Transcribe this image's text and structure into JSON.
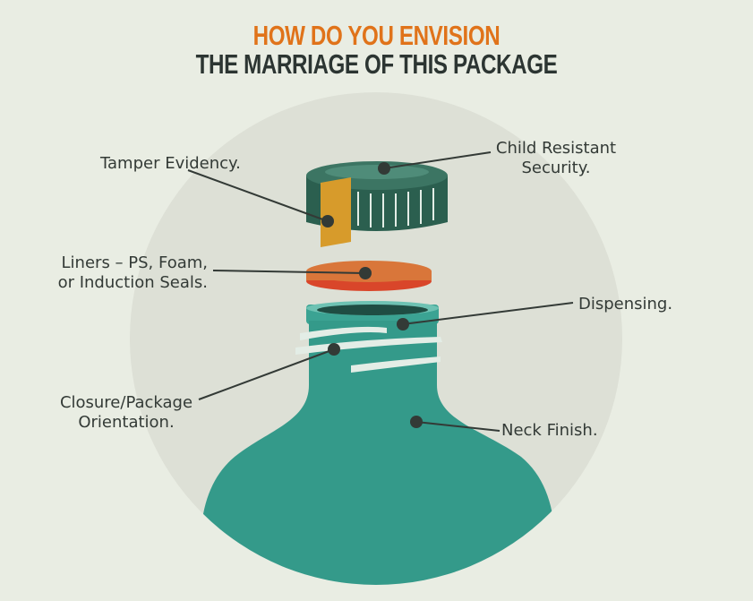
{
  "title": {
    "line1": "HOW DO YOU ENVISION",
    "line2": "THE MARRIAGE OF THIS PACKAGE"
  },
  "colors": {
    "background": "#e9ede3",
    "circle": "#dde0d6",
    "accent_orange": "#e0731a",
    "title_dark": "#2c3532",
    "bottle_teal": "#349a8a",
    "cap_green": "#2b5f4f",
    "liner_orange": "#d9763a",
    "seal_red": "#d9462a",
    "tamper_band": "#d79b2b",
    "leader_line": "#333a36"
  },
  "labels": {
    "child_resistant": {
      "line1": "Child Resistant",
      "line2": "Security."
    },
    "tamper": {
      "line1": "Tamper Evidency."
    },
    "liners": {
      "line1": "Liners – PS, Foam,",
      "line2": "or Induction Seals."
    },
    "dispensing": {
      "line1": "Dispensing."
    },
    "closure": {
      "line1": "Closure/Package",
      "line2": "Orientation."
    },
    "neck_finish": {
      "line1": "Neck Finish."
    }
  }
}
